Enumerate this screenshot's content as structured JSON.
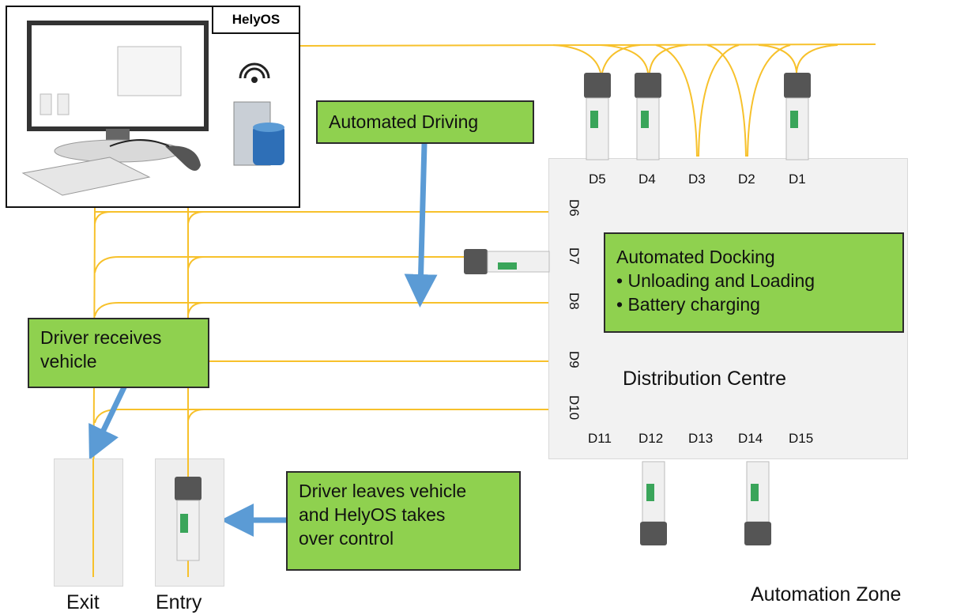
{
  "system_label": "HelyOS",
  "distribution_centre": {
    "label": "Distribution Centre",
    "top_docks": [
      "D5",
      "D4",
      "D3",
      "D2",
      "D1"
    ],
    "left_docks": [
      "D6",
      "D7",
      "D8",
      "D9",
      "D10"
    ],
    "bottom_docks": [
      "D11",
      "D12",
      "D13",
      "D14",
      "D15"
    ]
  },
  "callouts": {
    "automated_driving": "Automated Driving",
    "automated_docking": {
      "title": "Automated Docking",
      "bullets": [
        "Unloading and Loading",
        "Battery charging"
      ]
    },
    "driver_receives": [
      "Driver receives",
      "vehicle"
    ],
    "driver_leaves": [
      "Driver leaves vehicle",
      "and HelyOS takes",
      "over control"
    ]
  },
  "labels": {
    "exit": "Exit",
    "entry": "Entry",
    "automation_zone": "Automation Zone"
  },
  "colors": {
    "path": "#f7c12b",
    "callout_fill": "#8fd14f",
    "arrow": "#5b9bd5",
    "centre_fill": "#f2f2f2"
  }
}
